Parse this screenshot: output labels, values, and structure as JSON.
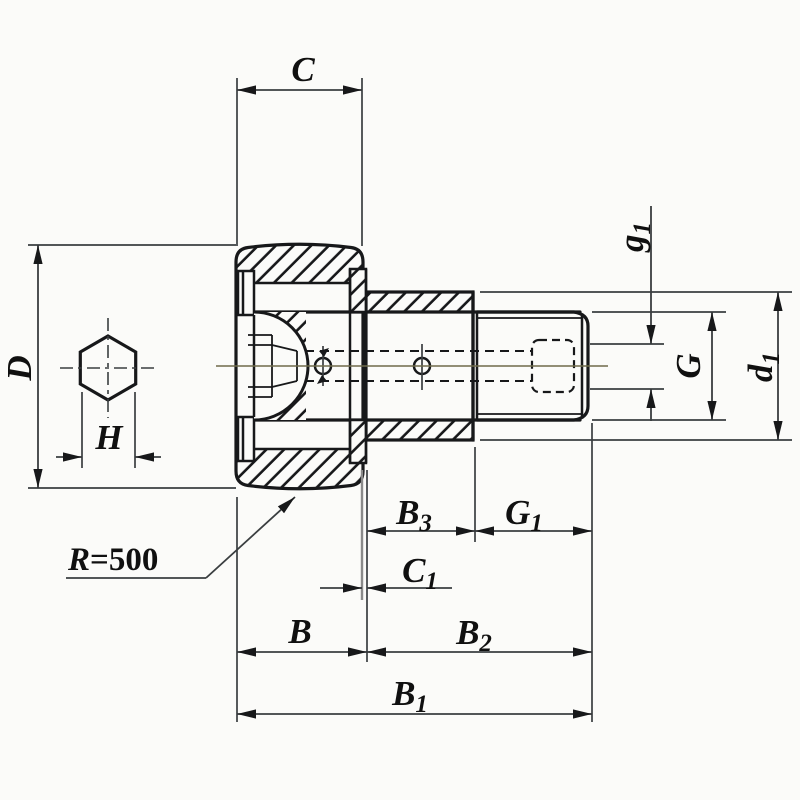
{
  "drawing": {
    "kind": "cam-follower-bearing-section",
    "radius_note": "R=500"
  },
  "labels": {
    "C": {
      "main": "C"
    },
    "D": {
      "main": "D"
    },
    "H": {
      "main": "H"
    },
    "R": {
      "main": "R",
      "rest": "=500"
    },
    "B": {
      "main": "B"
    },
    "B1": {
      "main": "B",
      "sub": "1"
    },
    "B2": {
      "main": "B",
      "sub": "2"
    },
    "B3": {
      "main": "B",
      "sub": "3"
    },
    "C1": {
      "main": "C",
      "sub": "1"
    },
    "G1": {
      "main": "G",
      "sub": "1"
    },
    "G": {
      "main": "G"
    },
    "d1": {
      "main": "d",
      "sub": "1"
    },
    "g1": {
      "main": "g",
      "sub": "1"
    }
  },
  "colors": {
    "line": "#17181a",
    "thin_line": "#3a3e40",
    "centerline": "#6f6a4a",
    "background": "#fbfbf9",
    "text": "#101010"
  }
}
